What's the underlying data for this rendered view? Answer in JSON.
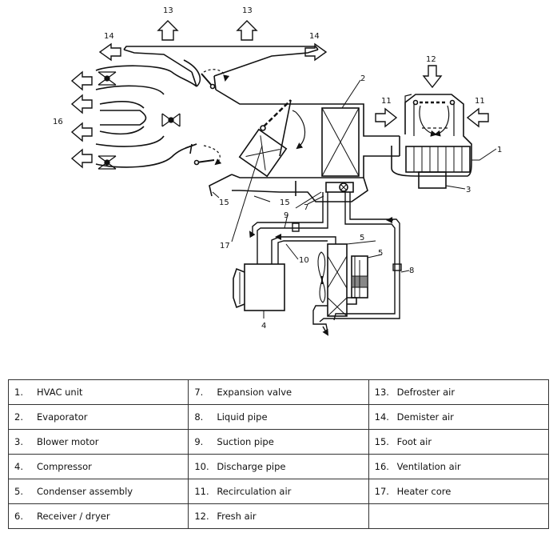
{
  "diagram": {
    "callouts": {
      "c1": "1",
      "c2": "2",
      "c3": "3",
      "c4": "4",
      "c5a": "5",
      "c5b": "5",
      "c7": "7",
      "c8": "8",
      "c9": "9",
      "c10": "10",
      "c11a": "11",
      "c11b": "11",
      "c12": "12",
      "c13a": "13",
      "c13b": "13",
      "c14a": "14",
      "c14b": "14",
      "c15a": "15",
      "c15b": "15",
      "c16": "16",
      "c17": "17"
    }
  },
  "legend": {
    "rows": [
      [
        {
          "num": "1.",
          "label": "HVAC unit"
        },
        {
          "num": "7.",
          "label": "Expansion valve"
        },
        {
          "num": "13.",
          "label": "Defroster air"
        }
      ],
      [
        {
          "num": "2.",
          "label": "Evaporator"
        },
        {
          "num": "8.",
          "label": "Liquid pipe"
        },
        {
          "num": "14.",
          "label": "Demister air"
        }
      ],
      [
        {
          "num": "3.",
          "label": "Blower motor"
        },
        {
          "num": "9.",
          "label": "Suction pipe"
        },
        {
          "num": "15.",
          "label": "Foot air"
        }
      ],
      [
        {
          "num": "4.",
          "label": "Compressor"
        },
        {
          "num": "10.",
          "label": "Discharge pipe"
        },
        {
          "num": "16.",
          "label": "Ventilation air"
        }
      ],
      [
        {
          "num": "5.",
          "label": "Condenser assembly"
        },
        {
          "num": "11.",
          "label": "Recirculation air"
        },
        {
          "num": "17.",
          "label": "Heater core"
        }
      ],
      [
        {
          "num": "6.",
          "label": "Receiver / dryer"
        },
        {
          "num": "12.",
          "label": "Fresh air"
        },
        {
          "num": "",
          "label": ""
        }
      ]
    ]
  }
}
